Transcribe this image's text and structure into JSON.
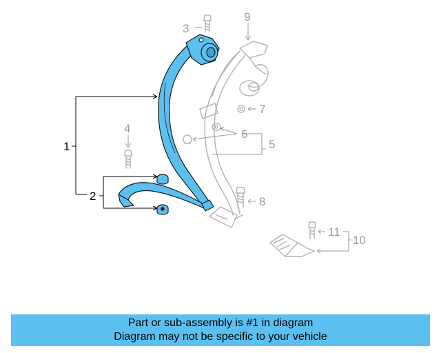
{
  "callouts": {
    "c1": "1",
    "c2": "2",
    "c3": "3",
    "c4": "4",
    "c5": "5",
    "c6": "6",
    "c7": "7",
    "c8": "8",
    "c9": "9",
    "c10": "10",
    "c11": "11"
  },
  "banner": {
    "line1": "Part or sub-assembly is #1 in diagram",
    "line2": "Diagram may not be specific to your vehicle"
  },
  "colors": {
    "highlight": "#5bc0f0",
    "ghost": "#b0b0b0",
    "leader": "#000000"
  }
}
